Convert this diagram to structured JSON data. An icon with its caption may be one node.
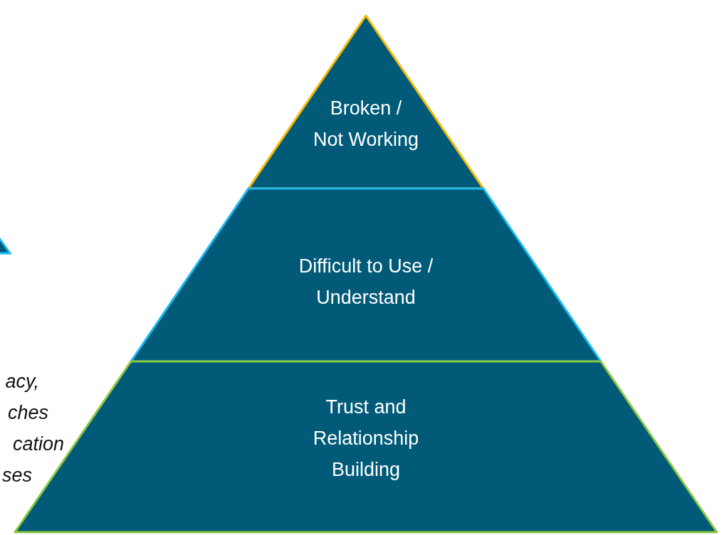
{
  "diagram": {
    "nodes": [
      {
        "text": [
          "Broken / Not Working"
        ]
      },
      {
        "text": [
          "Difficult to Use / Understand"
        ]
      },
      {
        "text": [
          "Trust and Relationship Building"
        ]
      }
    ],
    "labels": [
      "acy,",
      "ches",
      "cation",
      "ses"
    ]
  }
}
